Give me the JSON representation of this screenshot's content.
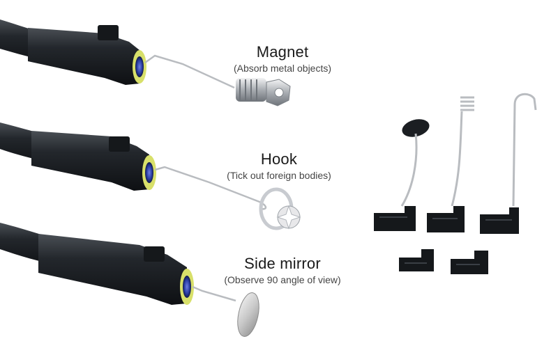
{
  "accessories": [
    {
      "name": "Magnet",
      "description": "(Absorb metal objects)",
      "icon": "magnet-tip-icon"
    },
    {
      "name": "Hook",
      "description": "(Tick out foreign bodies)",
      "icon": "hook-tip-icon"
    },
    {
      "name": "Side mirror",
      "description": "(Observe 90 angle of view)",
      "icon": "mirror-tip-icon"
    }
  ],
  "colors": {
    "cable": "#1b1e22",
    "metal": "#b9bcc0",
    "led_ring": "#d8e06a",
    "lens": "#2c3fa8"
  }
}
